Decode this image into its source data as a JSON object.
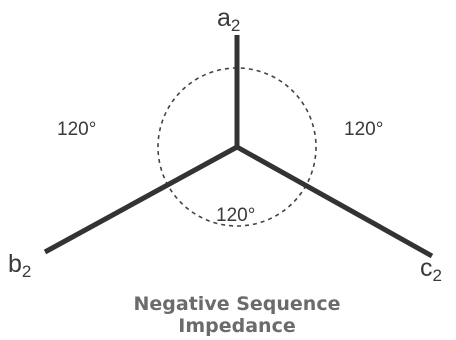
{
  "diagram": {
    "phasors": [
      {
        "letter": "a",
        "subscript": "2"
      },
      {
        "letter": "b",
        "subscript": "2"
      },
      {
        "letter": "c",
        "subscript": "2"
      }
    ],
    "angles": [
      "120°",
      "120°",
      "120°"
    ],
    "caption": {
      "line1": "Negative Sequence",
      "line2": "Impedance"
    },
    "colors": {
      "line": "#333333",
      "circle": "#444444",
      "caption": "#6b6b6b"
    }
  }
}
